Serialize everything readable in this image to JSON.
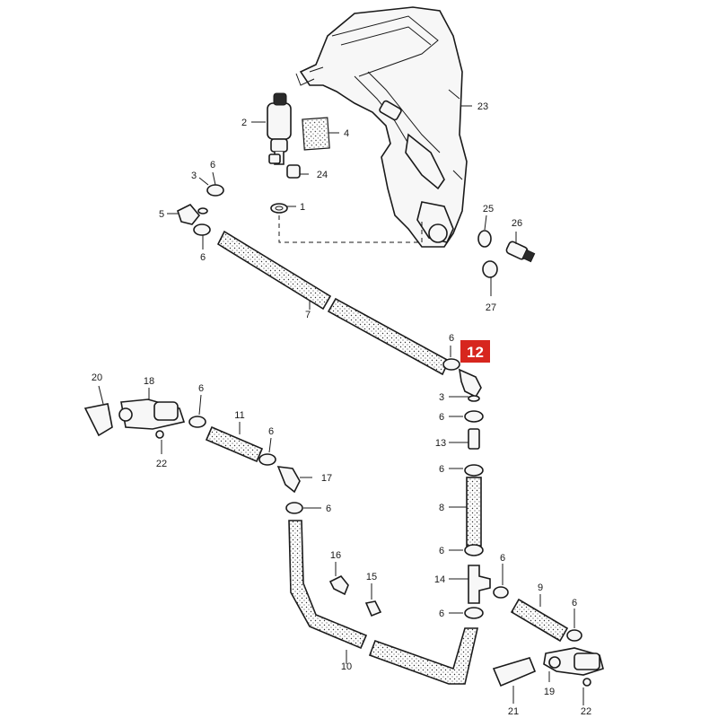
{
  "diagram": {
    "highlighted_label": "12",
    "highlight_color": "#d7261e",
    "labels": {
      "l1": "1",
      "l2": "2",
      "l3a": "3",
      "l3b": "3",
      "l4": "4",
      "l5": "5",
      "l6a": "6",
      "l6b": "6",
      "l6c": "6",
      "l6d": "6",
      "l6e": "6",
      "l6f": "6",
      "l6g": "6",
      "l6h": "6",
      "l6i": "6",
      "l6j": "6",
      "l6k": "6",
      "l7": "7",
      "l8": "8",
      "l9": "9",
      "l10": "10",
      "l11": "11",
      "l13": "13",
      "l14": "14",
      "l15": "15",
      "l16": "16",
      "l17": "17",
      "l18": "18",
      "l19": "19",
      "l20": "20",
      "l21": "21",
      "l22a": "22",
      "l22b": "22",
      "l23": "23",
      "l24": "24",
      "l25": "25",
      "l26": "26",
      "l27": "27"
    }
  }
}
